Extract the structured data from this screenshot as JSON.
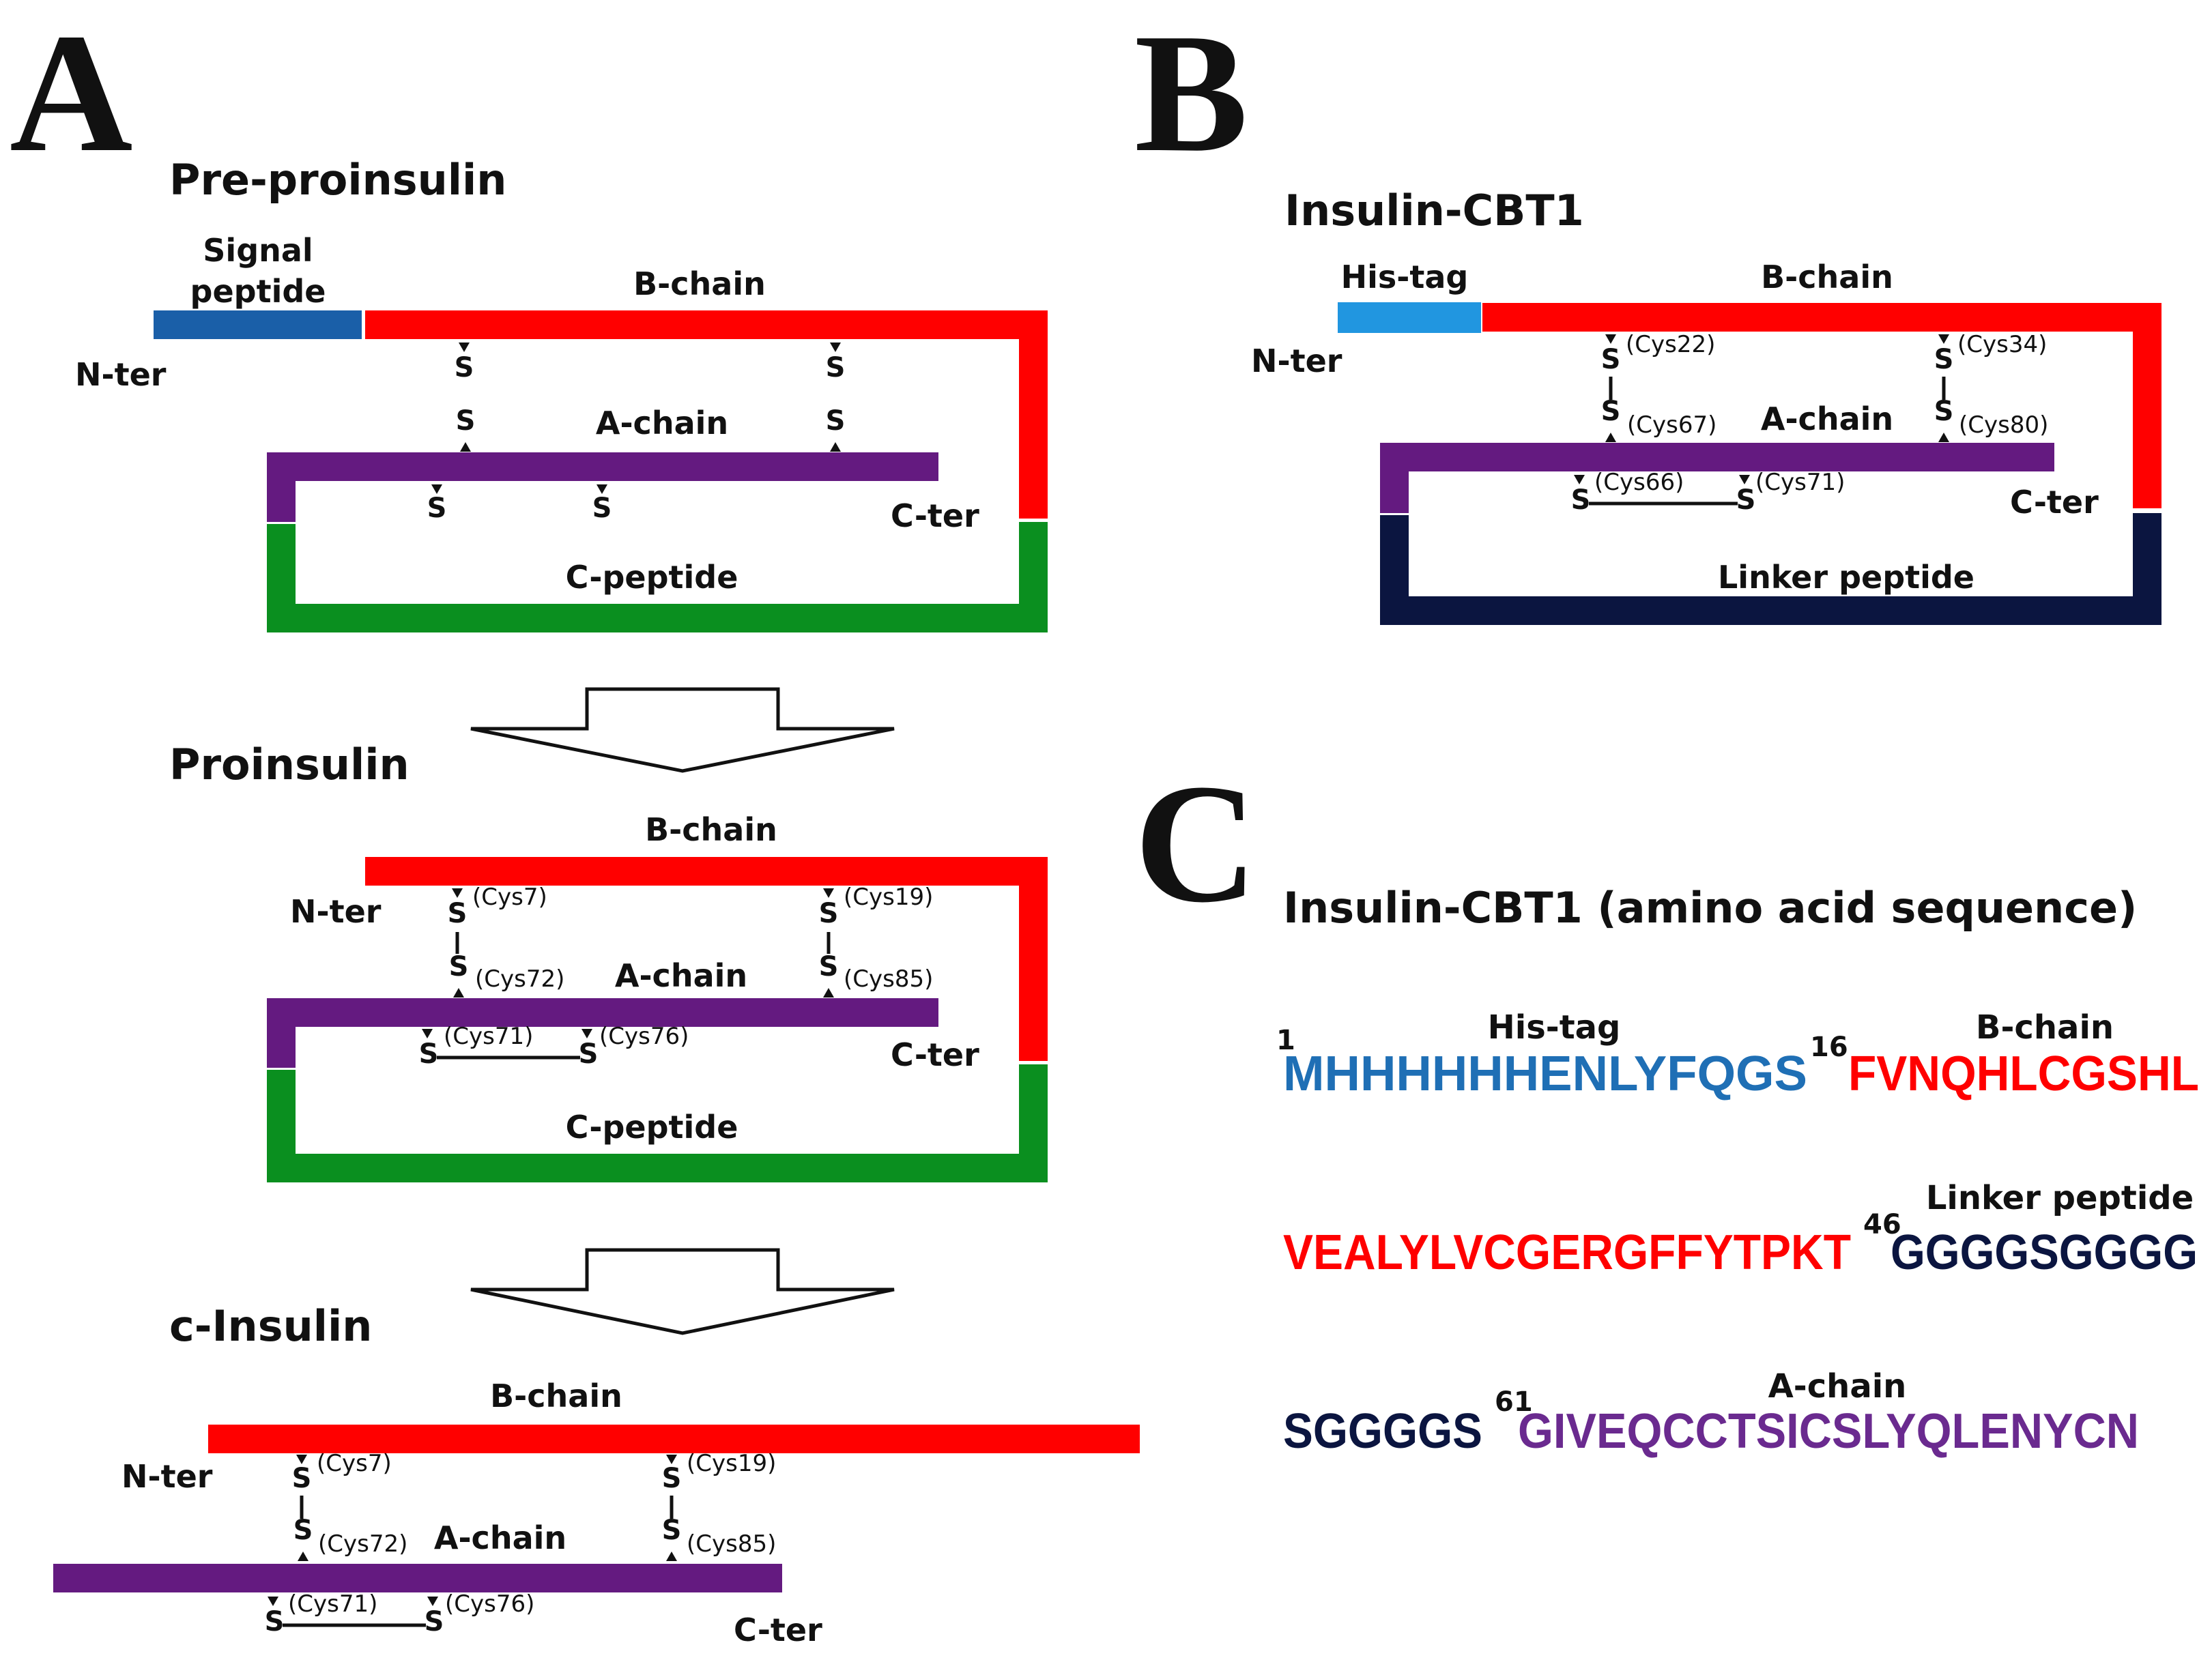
{
  "panels": {
    "a": "A",
    "b": "B",
    "c": "C"
  },
  "colors": {
    "signal": "#1a5fa8",
    "his_tag": "#2196e0",
    "b_chain": "#ff0000",
    "a_chain": "#641a80",
    "c_peptide": "#0a8f1f",
    "linker": "#0b1540",
    "seq_blue": "#1f6fb5",
    "seq_red": "#ff0000",
    "seq_navy": "#0b1540",
    "seq_purple": "#6a2a8f"
  },
  "panel_a": {
    "pre": {
      "title": "Pre-proinsulin",
      "signal_1": "Signal",
      "signal_2": "peptide",
      "b_chain": "B-chain",
      "a_chain": "A-chain",
      "c_peptide": "C-peptide",
      "n_ter": "N-ter",
      "c_ter": "C-ter",
      "s": "S"
    },
    "pro": {
      "title": "Proinsulin",
      "b_chain": "B-chain",
      "a_chain": "A-chain",
      "c_peptide": "C-peptide",
      "n_ter": "N-ter",
      "c_ter": "C-ter",
      "cys7": "(Cys7)",
      "cys19": "(Cys19)",
      "cys72": "(Cys72)",
      "cys85": "(Cys85)",
      "cys71": "(Cys71)",
      "cys76": "(Cys76)"
    },
    "cins": {
      "title": "c-Insulin",
      "b_chain": "B-chain",
      "a_chain": "A-chain",
      "n_ter": "N-ter",
      "c_ter": "C-ter",
      "cys7": "(Cys7)",
      "cys19": "(Cys19)",
      "cys72": "(Cys72)",
      "cys85": "(Cys85)",
      "cys71": "(Cys71)",
      "cys76": "(Cys76)"
    }
  },
  "panel_b": {
    "title": "Insulin-CBT1",
    "his_tag": "His-tag",
    "b_chain": "B-chain",
    "a_chain": "A-chain",
    "linker": "Linker peptide",
    "n_ter": "N-ter",
    "c_ter": "C-ter",
    "cys22": "(Cys22)",
    "cys34": "(Cys34)",
    "cys67": "(Cys67)",
    "cys80": "(Cys80)",
    "cys66": "(Cys66)",
    "cys71": "(Cys71)"
  },
  "panel_c": {
    "title": "Insulin-CBT1 (amino acid sequence)",
    "line1": {
      "num1": "1",
      "label1": "His-tag",
      "seq1": "MHHHHHHENLYFQGS",
      "num2": "16",
      "label2": "B-chain",
      "seq2": "FVNQHLCGSHL"
    },
    "line2": {
      "seq1": "VEALYLVCGERGFFYTPKT",
      "num2": "46",
      "label2": "Linker peptide",
      "seq2": "GGGGSGGGG"
    },
    "line3": {
      "seq1": "SGGGGS",
      "num2": "61",
      "label2": "A-chain",
      "seq2": "GIVEQCCTSICSLYQLENYCN"
    }
  }
}
